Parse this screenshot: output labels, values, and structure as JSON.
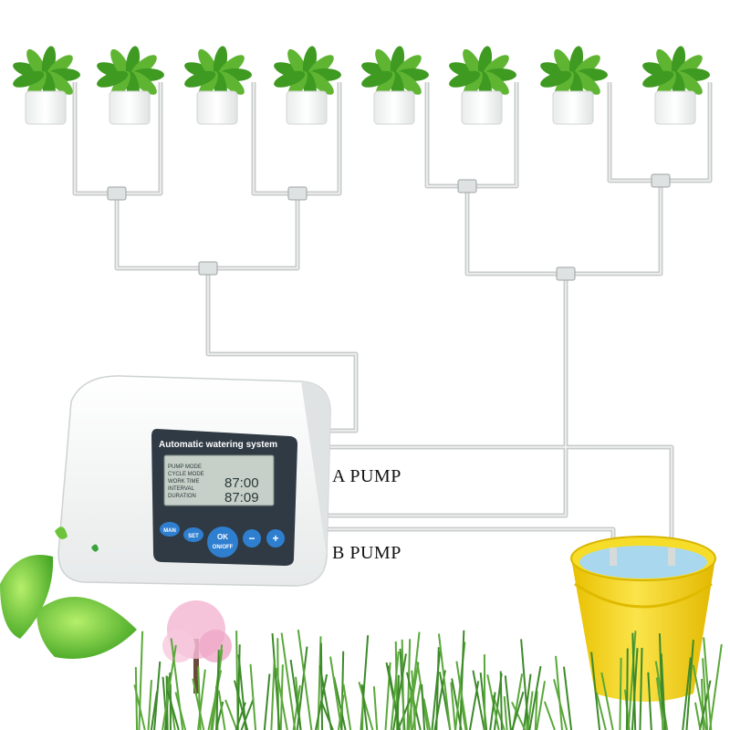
{
  "device": {
    "title": "Automatic watering system",
    "lcd": {
      "lines": [
        "PUMP MODE",
        "CYCLE MODE",
        "WORK TIME",
        "INTERVAL",
        "DURATION"
      ],
      "digits_top": "87:00",
      "digits_bottom": "87:09"
    },
    "buttons": {
      "man": "MAN",
      "set": "SET",
      "ok_line1": "OK",
      "ok_line2": "ON/OFF",
      "minus": "−",
      "plus": "+"
    }
  },
  "labels": {
    "pump_a": "A PUMP",
    "pump_b": "B PUMP"
  },
  "plants": {
    "count": 8
  },
  "colors": {
    "tube": "#c9cccc",
    "device_body": "#f4f5f5",
    "panel": "#2f3a44",
    "lcd": "#c6cfc8",
    "button_blue": "#2f7fd0",
    "bucket": "#f3d21a",
    "water": "#a9d8ee",
    "leaf": "#4caf2a",
    "grass": "#3d8a2a"
  }
}
